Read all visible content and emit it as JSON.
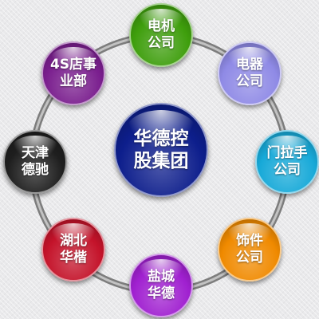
{
  "center": {
    "lines": [
      "华德控",
      "股集团"
    ],
    "color": "#0d1e8c"
  },
  "nodes": [
    {
      "id": "dianji",
      "lines": [
        "电机",
        "公司"
      ],
      "color": "#3e9e0c"
    },
    {
      "id": "dianqi",
      "lines": [
        "电器",
        "公司"
      ],
      "color": "#8f8ae6"
    },
    {
      "id": "menlashou",
      "lines": [
        "门拉手",
        "公司"
      ],
      "color": "#17a9d8"
    },
    {
      "id": "shijian",
      "lines": [
        "饰件",
        "公司"
      ],
      "color": "#f08a00"
    },
    {
      "id": "yancheng",
      "lines": [
        "盐城",
        "华德"
      ],
      "color": "#a020d0"
    },
    {
      "id": "hubei",
      "lines": [
        "湖北",
        "华楷"
      ],
      "color": "#c4132a"
    },
    {
      "id": "tianjin",
      "lines": [
        "天津",
        "德驰"
      ],
      "color": "#1e1e1e"
    },
    {
      "id": "shop4s",
      "lines": [
        "4S店事",
        "业部"
      ],
      "color": "#7a1e8e"
    }
  ]
}
